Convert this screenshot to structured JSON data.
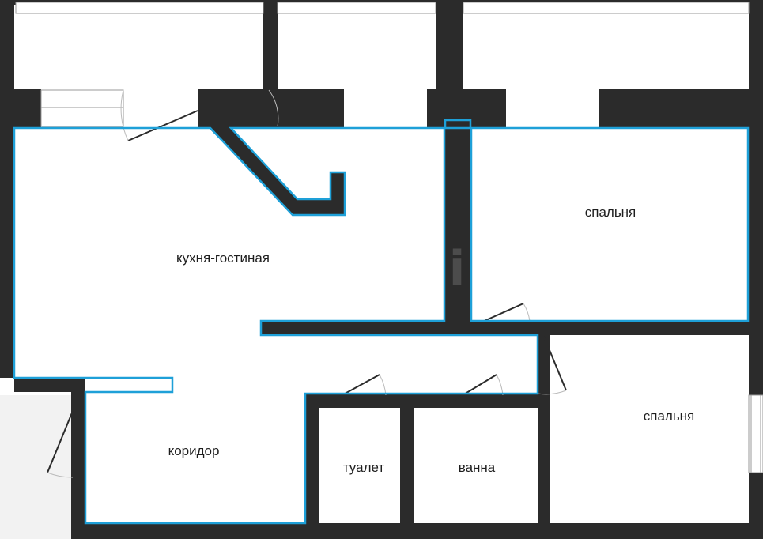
{
  "rooms": {
    "kitchen_living": "кухня-гостиная",
    "bedroom_top": "спальня",
    "bedroom_bottom": "спальня",
    "corridor": "коридор",
    "toilet": "туалет",
    "bath": "ванна"
  },
  "colors": {
    "wall": "#2b2b2b",
    "outline": "#1ea0d8",
    "floor": "#ffffff",
    "window": "#d6d6d6",
    "watermark": "#dcdcdc"
  },
  "watermark": "i"
}
